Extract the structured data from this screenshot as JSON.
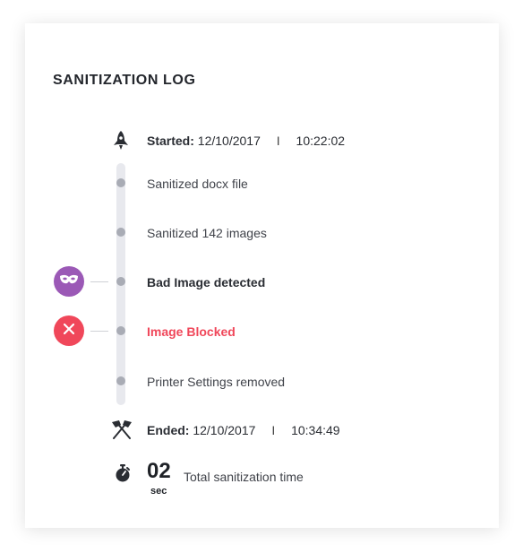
{
  "title": "SANITIZATION LOG",
  "started": {
    "label": "Started:",
    "date": "12/10/2017",
    "separator": "I",
    "time": "10:22:02"
  },
  "steps": [
    {
      "label": "Sanitized docx file"
    },
    {
      "label": "Sanitized 142 images"
    },
    {
      "label": "Bad Image detected"
    },
    {
      "label": "Image Blocked"
    },
    {
      "label": "Printer Settings removed"
    }
  ],
  "ended": {
    "label": "Ended:",
    "date": "12/10/2017",
    "separator": "I",
    "time": "10:34:49"
  },
  "total": {
    "value": "02",
    "unit": "sec",
    "label": "Total sanitization time"
  },
  "colors": {
    "mask_badge": "#9b59b6",
    "blocked_badge": "#f0475a",
    "dot": "#a9acb5",
    "track": "#e8e9ee"
  },
  "icons": {
    "start": "rocket-icon",
    "end": "crossed-flags-icon",
    "total": "stopwatch-icon",
    "bad_image": "mask-icon",
    "blocked": "close-icon"
  }
}
